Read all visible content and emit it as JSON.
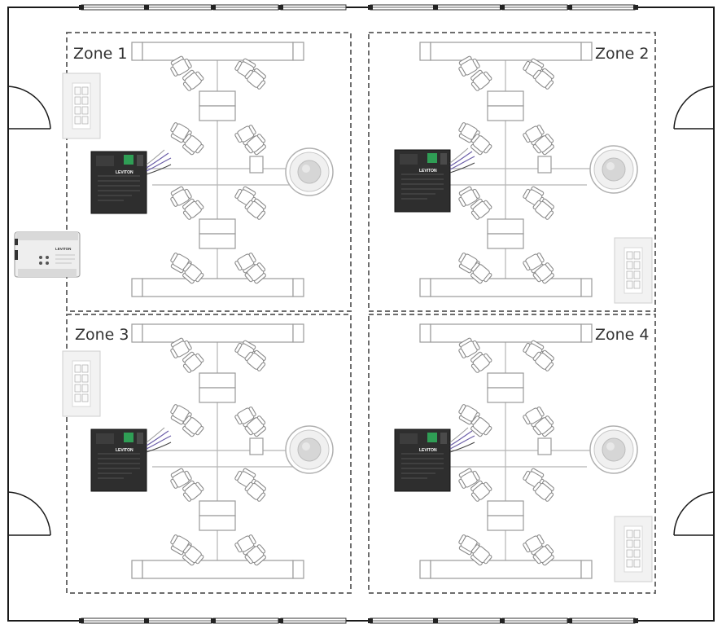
{
  "zones": [
    {
      "label": "Zone 1"
    },
    {
      "label": "Zone 2"
    },
    {
      "label": "Zone 3"
    },
    {
      "label": "Zone 4"
    }
  ],
  "devices": {
    "room_controller_brand": "LEVITON",
    "din_controller_brand": "LEVITON"
  },
  "colors": {
    "wall": "#1a1a1a",
    "zone_border": "#6d6d6d",
    "furniture": "#9a9a9a",
    "controller_body": "#2e2e2e",
    "wire_purple": "#6b5ea8",
    "terminal_green": "#2f9e55"
  },
  "icons": [
    "door-icon",
    "window-icon",
    "desk-icon",
    "chair-icon",
    "room-controller-icon",
    "occupancy-sensor-icon",
    "wall-switch-icon",
    "din-rail-controller-icon"
  ]
}
